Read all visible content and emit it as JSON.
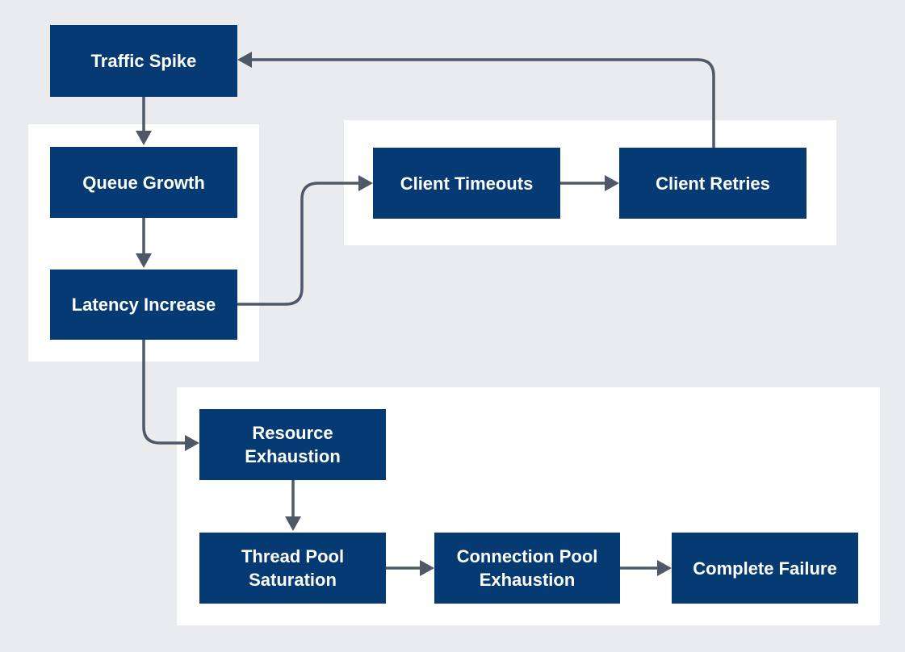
{
  "diagram": {
    "nodes": [
      {
        "id": "traffic-spike",
        "label": "Traffic Spike"
      },
      {
        "id": "queue-growth",
        "label": "Queue Growth"
      },
      {
        "id": "latency-increase",
        "label": "Latency Increase"
      },
      {
        "id": "client-timeouts",
        "label": "Client Timeouts"
      },
      {
        "id": "client-retries",
        "label": "Client Retries"
      },
      {
        "id": "resource-exhaustion",
        "label": "Resource\nExhaustion"
      },
      {
        "id": "thread-pool-saturation",
        "label": "Thread Pool\nSaturation"
      },
      {
        "id": "connection-pool-exhaustion",
        "label": "Connection Pool\nExhaustion"
      },
      {
        "id": "complete-failure",
        "label": "Complete Failure"
      }
    ],
    "edges": [
      {
        "from": "traffic-spike",
        "to": "queue-growth"
      },
      {
        "from": "queue-growth",
        "to": "latency-increase"
      },
      {
        "from": "latency-increase",
        "to": "client-timeouts"
      },
      {
        "from": "client-timeouts",
        "to": "client-retries"
      },
      {
        "from": "client-retries",
        "to": "traffic-spike"
      },
      {
        "from": "latency-increase",
        "to": "resource-exhaustion"
      },
      {
        "from": "resource-exhaustion",
        "to": "thread-pool-saturation"
      },
      {
        "from": "thread-pool-saturation",
        "to": "connection-pool-exhaustion"
      },
      {
        "from": "connection-pool-exhaustion",
        "to": "complete-failure"
      }
    ]
  },
  "colors": {
    "node_fill": "#063a72",
    "node_text": "#ffffff",
    "edge": "#4f5866",
    "group_fill": "#ffffff",
    "background": "#e9ebef"
  }
}
